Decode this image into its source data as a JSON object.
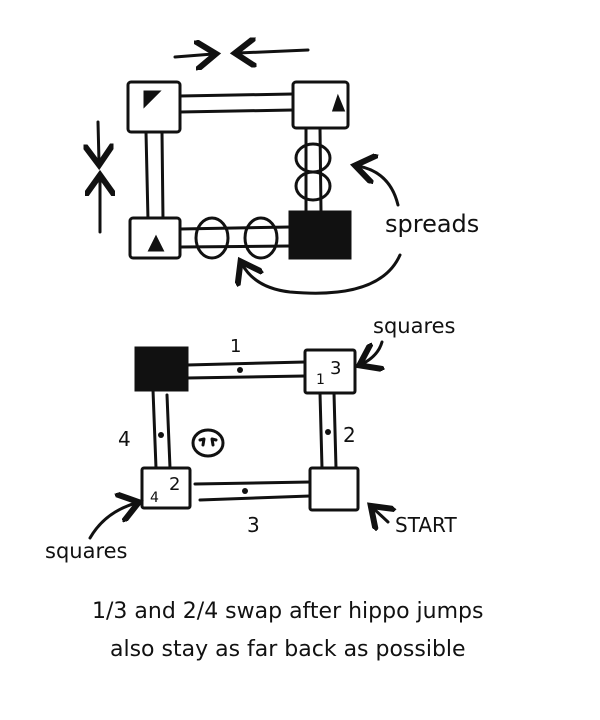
{
  "top_diagram": {
    "label_spreads": "spreads"
  },
  "bottom_diagram": {
    "label_squares_top": "squares",
    "label_squares_bottom": "squares",
    "label_start": "START",
    "bridge_labels": {
      "top": "1",
      "right": "2",
      "bottom": "3",
      "left": "4"
    },
    "square_tr_labels": {
      "small": "1",
      "big": "3"
    },
    "square_bl_labels": {
      "small": "4",
      "big": "2"
    }
  },
  "notes": {
    "line1": "1/3 and 2/4 swap after hippo jumps",
    "line2": "also stay as far back as possible"
  }
}
